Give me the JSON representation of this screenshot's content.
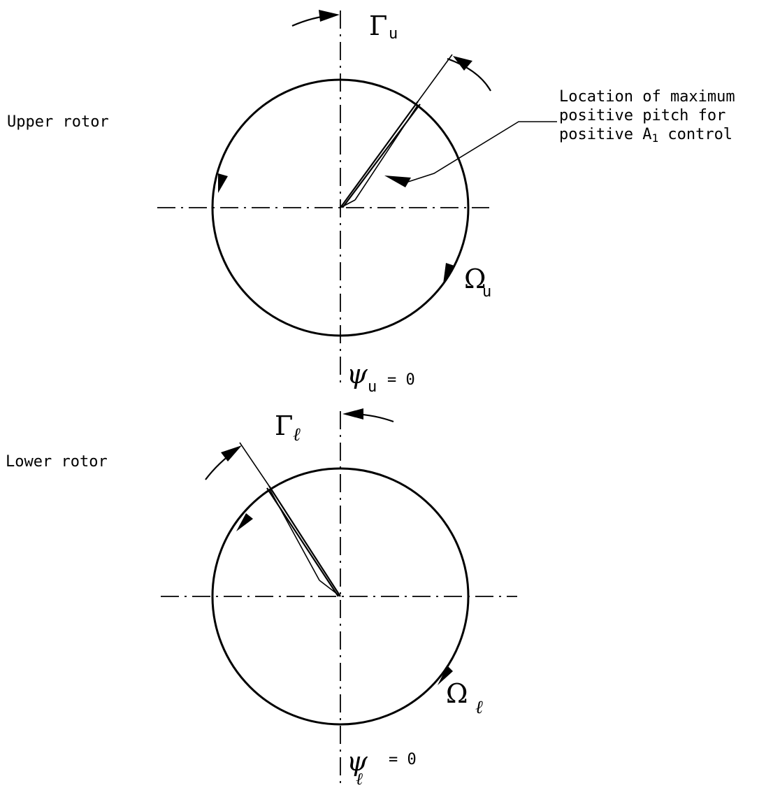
{
  "upper": {
    "rotor_label": "Upper rotor",
    "gamma_symbol": "Γ",
    "gamma_sub": "u",
    "omega_symbol": "Ω",
    "omega_sub": "u",
    "psi_symbol": "ψ",
    "psi_sub": "u",
    "psi_eq": "= 0"
  },
  "lower": {
    "rotor_label": "Lower rotor",
    "gamma_symbol": "Γ",
    "gamma_sub": "ℓ",
    "omega_symbol": "Ω",
    "omega_sub": "ℓ",
    "psi_symbol": "ψ",
    "psi_sub": "ℓ",
    "psi_eq": "= 0"
  },
  "callout": {
    "line1": "Location of maximum",
    "line2": "positive pitch for",
    "line3_prefix": "positive A",
    "line3_sub": "1",
    "line3_suffix": " control"
  }
}
